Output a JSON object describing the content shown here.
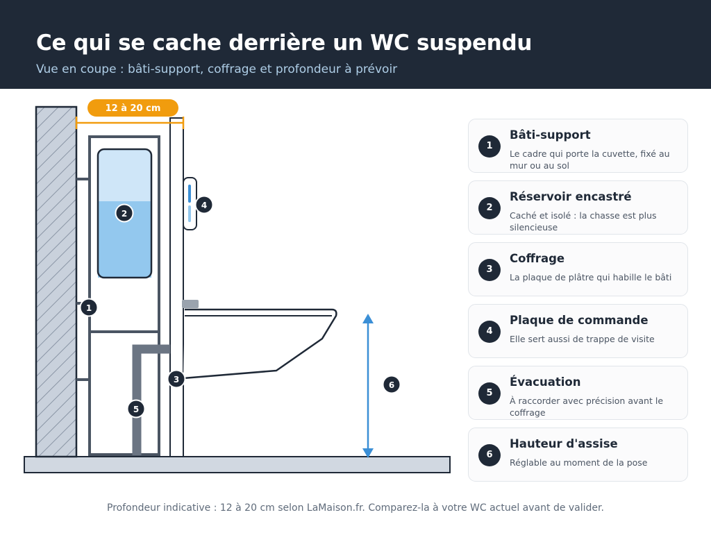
{
  "header": {
    "title": "Ce qui se cache derrière un WC suspendu",
    "subtitle": "Vue en coupe : bâti-support, coffrage et profondeur à prévoir"
  },
  "diagram": {
    "depth_label": "12 à 20 cm",
    "markers": [
      "1",
      "2",
      "3",
      "4",
      "5",
      "6"
    ],
    "colors": {
      "dark": "#1f2937",
      "frame": "#4b5563",
      "wall": "#c9d1dc",
      "water": "#93c8ee",
      "accent": "#f19c0e",
      "arrow": "#3b8fd6"
    }
  },
  "legend": [
    {
      "num": "1",
      "title": "Bâti-support",
      "desc": "Le cadre qui porte la cuvette, fixé au mur ou au sol"
    },
    {
      "num": "2",
      "title": "Réservoir encastré",
      "desc": "Caché et isolé : la chasse est plus silencieuse"
    },
    {
      "num": "3",
      "title": "Coffrage",
      "desc": "La plaque de plâtre qui habille le bâti"
    },
    {
      "num": "4",
      "title": "Plaque de commande",
      "desc": "Elle sert aussi de trappe de visite"
    },
    {
      "num": "5",
      "title": "Évacuation",
      "desc": "À raccorder avec précision avant le coffrage"
    },
    {
      "num": "6",
      "title": "Hauteur d'assise",
      "desc": "Réglable au moment de la pose"
    }
  ],
  "footer": "Profondeur indicative : 12 à 20 cm selon LaMaison.fr. Comparez-la à votre WC actuel avant de valider."
}
